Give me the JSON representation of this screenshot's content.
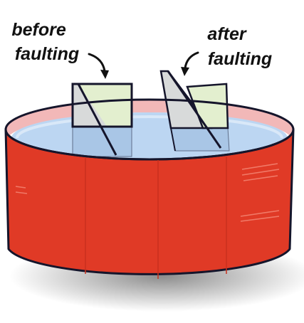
{
  "labels": {
    "before": [
      "before",
      "faulting"
    ],
    "after": [
      "after",
      "faulting"
    ]
  },
  "colors": {
    "container_red": "#e03a26",
    "rim_pink": "#f2b8b8",
    "water_blue": "#bcd6f2",
    "block_green": "#e3efcf",
    "block_gray": "#d8dada",
    "outline": "#15152b"
  }
}
